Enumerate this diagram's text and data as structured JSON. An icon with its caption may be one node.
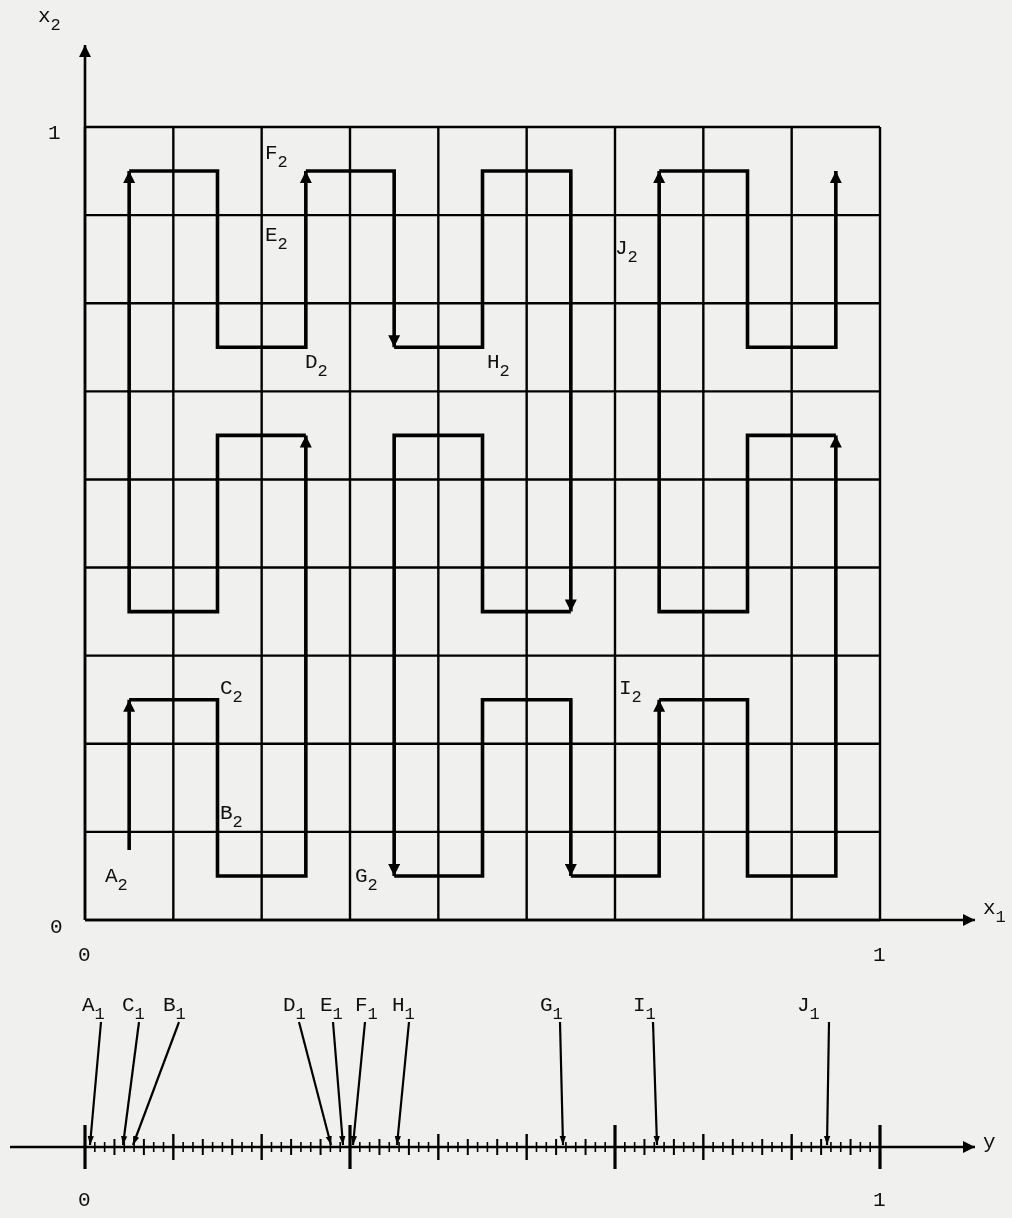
{
  "diagram": {
    "nodes": [
      {
        "text": [
          "A$_{1}$"
        ]
      },
      {
        "text": [
          "C$_{1}$"
        ]
      },
      {
        "text": [
          "B$_{1}$"
        ]
      },
      {
        "text": [
          "D$_{1}$"
        ]
      },
      {
        "text": [
          "E$_{1}$"
        ]
      },
      {
        "text": [
          "F$_{1}$"
        ]
      },
      {
        "text": [
          "H$_{1}$"
        ]
      },
      {
        "text": [
          "G$_{1}$"
        ]
      },
      {
        "text": [
          "I$_{1}$"
        ]
      },
      {
        "text": [
          "J$_{1}$"
        ]
      }
    ],
    "edges": [
      {
        "from": 0,
        "to": null,
        "arrow": "to"
      },
      {
        "from": 1,
        "to": null,
        "arrow": "to"
      },
      {
        "from": 2,
        "to": null,
        "arrow": "to"
      },
      {
        "from": 3,
        "to": null,
        "arrow": "to"
      },
      {
        "from": 4,
        "to": null,
        "arrow": "to"
      },
      {
        "from": 5,
        "to": null,
        "arrow": "to"
      },
      {
        "from": 6,
        "to": null,
        "arrow": "to"
      },
      {
        "from": 7,
        "to": null,
        "arrow": "to"
      },
      {
        "from": 8,
        "to": null,
        "arrow": "to"
      },
      {
        "from": 9,
        "to": null,
        "arrow": "to"
      }
    ],
    "labels": [
      "x$_{2}$",
      "1",
      "F$_{2}$",
      "E$_{2}$",
      "J$_{2}$",
      "D$_{2}$",
      "H$_{2}$",
      "C$_{2}$",
      "I$_{2}$",
      "B$_{2}$",
      "A$_{2}$",
      "G$_{2}$",
      "0",
      "x$_{1}$",
      "0",
      "1",
      "y",
      "0",
      "1"
    ]
  }
}
